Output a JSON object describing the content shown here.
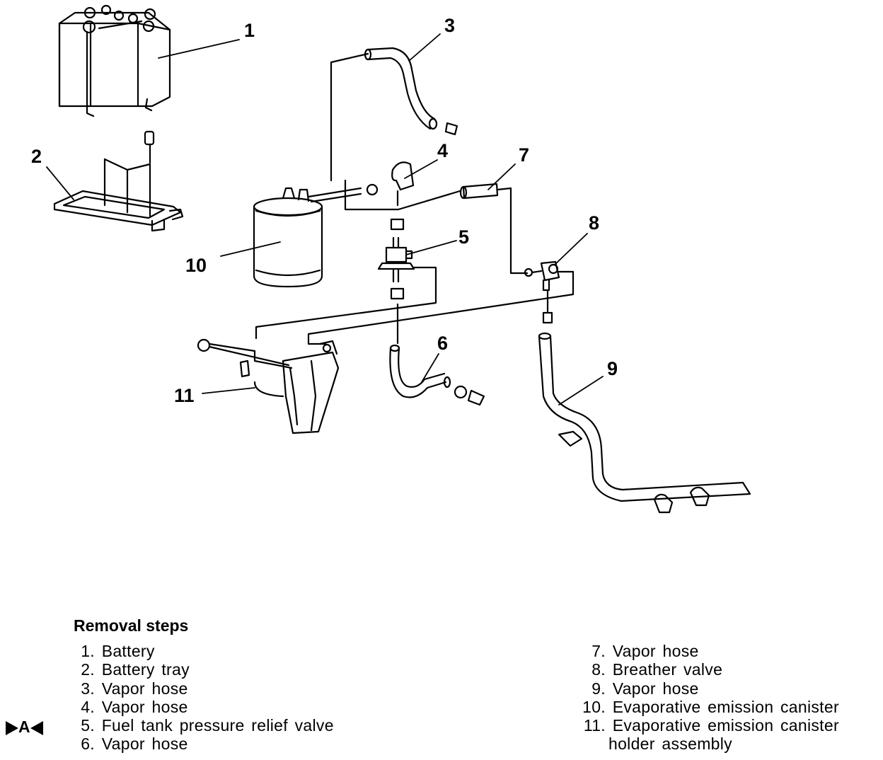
{
  "diagram": {
    "callouts": [
      "1",
      "2",
      "3",
      "4",
      "5",
      "6",
      "7",
      "8",
      "9",
      "10",
      "11"
    ]
  },
  "legend": {
    "title": "Removal steps",
    "service_mark": "A",
    "left_items": [
      {
        "num": "1.",
        "label": "Battery"
      },
      {
        "num": "2.",
        "label": "Battery tray"
      },
      {
        "num": "3.",
        "label": "Vapor hose"
      },
      {
        "num": "4.",
        "label": "Vapor hose"
      },
      {
        "num": "5.",
        "label": "Fuel tank pressure relief valve"
      },
      {
        "num": "6.",
        "label": "Vapor hose"
      }
    ],
    "right_items": [
      {
        "num": "7.",
        "label": "Vapor hose"
      },
      {
        "num": "8.",
        "label": "Breather valve"
      },
      {
        "num": "9.",
        "label": "Vapor hose"
      },
      {
        "num": "10.",
        "label": "Evaporative emission canister"
      },
      {
        "num": "11.",
        "label": "Evaporative emission canister"
      }
    ],
    "right_item_11_cont": "holder assembly"
  }
}
